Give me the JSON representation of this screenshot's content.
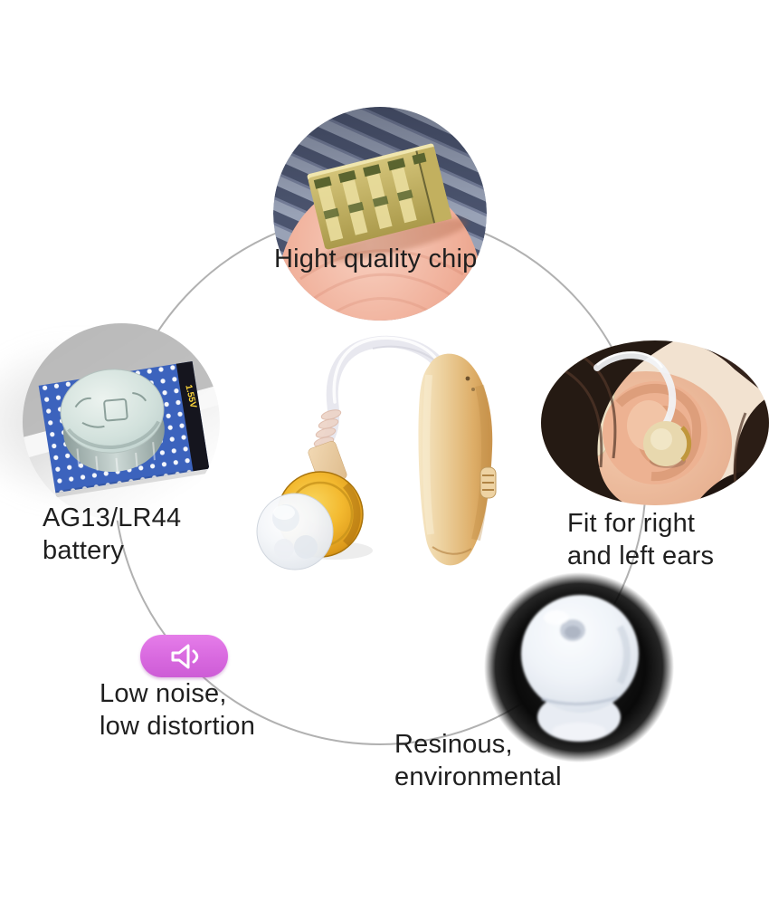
{
  "callouts": {
    "chip": {
      "label": "Hight quality chip",
      "photo": "chip-on-fingertip-photo"
    },
    "battery": {
      "line1": "AG13/LR44",
      "line2": "battery",
      "card_label": "1.55V",
      "photo": "button-cell-battery-photo"
    },
    "fit": {
      "line1": "Fit for right",
      "line2": "and left ears",
      "photo": "hearing-aid-worn-on-ear-photo"
    },
    "noise": {
      "line1": "Low noise,",
      "line2": "low distortion",
      "icon": "speaker-icon"
    },
    "material": {
      "line1": "Resinous,",
      "line2": "environmental",
      "photo": "silicone-eartip-photo"
    }
  },
  "colors": {
    "background": "#ffffff",
    "text": "#1f1f1f",
    "connector_circle": "#b1b1b1",
    "noise_badge": "#db6fe2"
  }
}
